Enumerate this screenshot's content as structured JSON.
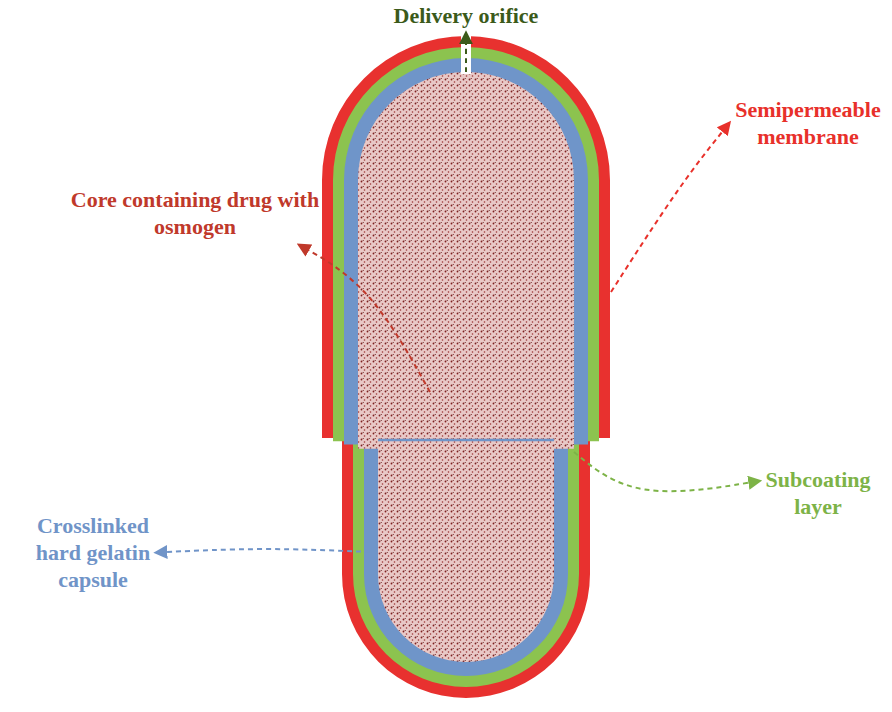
{
  "diagram": {
    "labels": [
      "Delivery orifice",
      "Semipermeable membrane",
      "Core containing drug with osmogen",
      "Subcoating layer",
      "Crosslinked hard gelatin capsule"
    ]
  }
}
